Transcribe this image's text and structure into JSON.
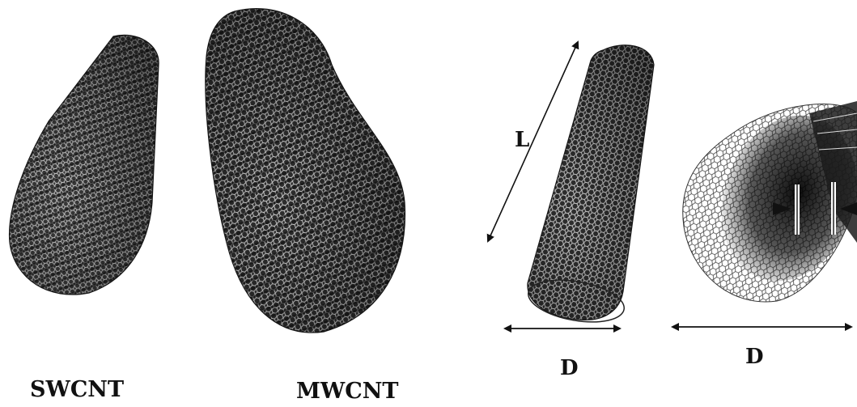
{
  "labels": {
    "swcnt": "SWCNT",
    "mwcnt": "MWCNT",
    "length": "L",
    "diameter_single": "D",
    "diameter_multi": "D"
  },
  "colors": {
    "tube_dark": "#1a1a1a",
    "tube_light": "#d9d9d9",
    "arrow": "#111111"
  }
}
